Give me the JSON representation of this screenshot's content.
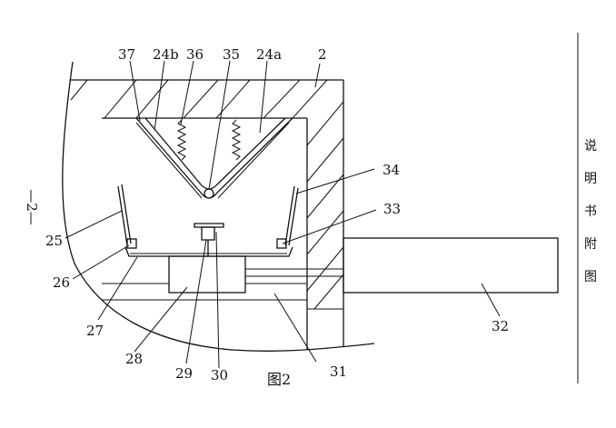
{
  "page_marker": "—2—",
  "caption": "图2",
  "side_label": [
    "说",
    "明",
    "书",
    "附",
    "图"
  ],
  "reference_numerals": {
    "n2": "2",
    "n24a": "24a",
    "n24b": "24b",
    "n25": "25",
    "n26": "26",
    "n27": "27",
    "n28": "28",
    "n29": "29",
    "n30": "30",
    "n31": "31",
    "n32": "32",
    "n33": "33",
    "n34": "34",
    "n35": "35",
    "n36": "36",
    "n37": "37"
  }
}
